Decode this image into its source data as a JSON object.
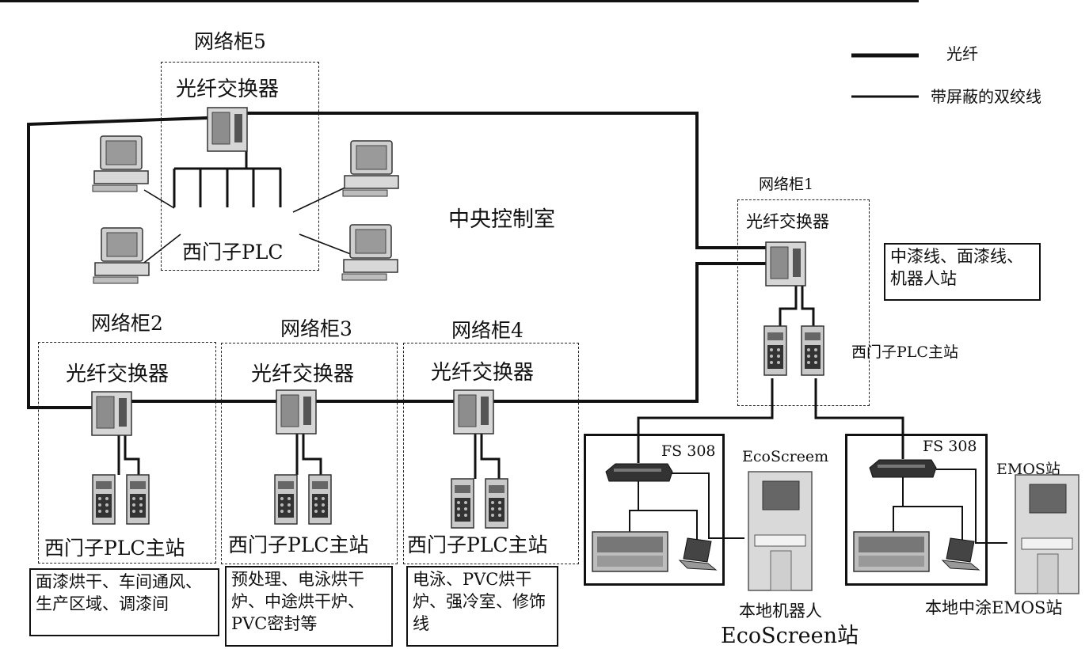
{
  "legend": {
    "fiber": "光纤",
    "shielded_pair": "带屏蔽的双绞线"
  },
  "cabinet5": {
    "title": "网络柜5",
    "switch": "光纤交换器",
    "plc": "西门子PLC"
  },
  "central_room": "中央控制室",
  "cabinet1": {
    "title": "网络柜1",
    "switch": "光纤交换器",
    "plc_master": "西门子PLC主站",
    "areas": "中漆线、面漆线、机器人站"
  },
  "cabinet2": {
    "title": "网络柜2",
    "switch": "光纤交换器",
    "plc_master": "西门子PLC主站",
    "areas": "面漆烘干、车间通风、生产区域、调漆间"
  },
  "cabinet3": {
    "title": "网络柜3",
    "switch": "光纤交换器",
    "plc_master": "西门子PLC主站",
    "areas": "预处理、电泳烘干炉、中途烘干炉、PVC密封等"
  },
  "cabinet4": {
    "title": "网络柜4",
    "switch": "光纤交换器",
    "plc_master": "西门子PLC主站",
    "areas": "电泳、PVC烘干炉、强冷室、修饰线"
  },
  "fs_left": "FS 308",
  "fs_right": "FS 308",
  "ecoscreen": {
    "device": "EcoScreem",
    "station_line1": "本地机器人",
    "station_line2": "EcoScreen站"
  },
  "emos": {
    "device": "EMOS站",
    "station": "本地中涂EMOS站"
  }
}
